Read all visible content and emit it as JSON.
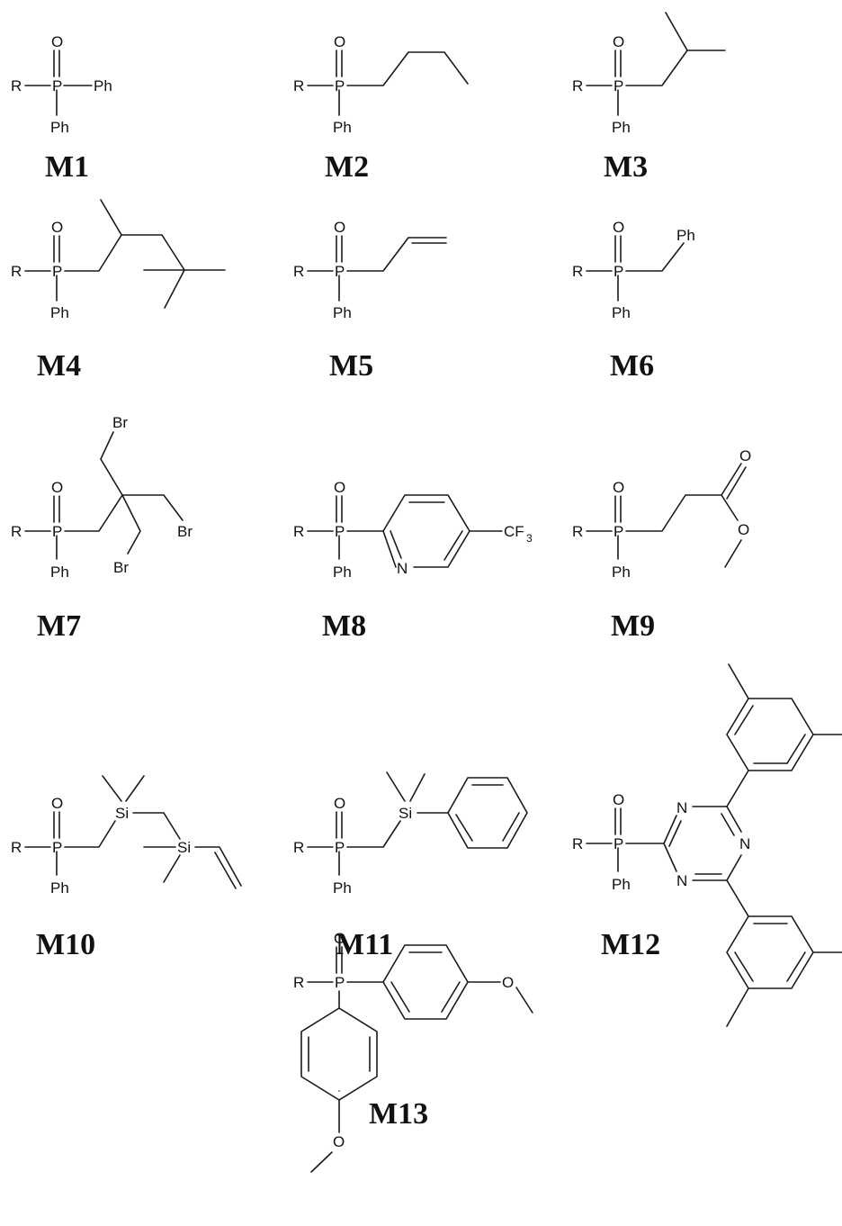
{
  "atoms": {
    "R": "R",
    "P": "P",
    "O": "O",
    "Ph": "Ph",
    "Br": "Br",
    "N": "N",
    "Si": "Si",
    "CF": "CF",
    "three": "3"
  },
  "compounds": [
    {
      "id": "m1",
      "label": "M1"
    },
    {
      "id": "m2",
      "label": "M2"
    },
    {
      "id": "m3",
      "label": "M3"
    },
    {
      "id": "m4",
      "label": "M4"
    },
    {
      "id": "m5",
      "label": "M5"
    },
    {
      "id": "m6",
      "label": "M6"
    },
    {
      "id": "m7",
      "label": "M7"
    },
    {
      "id": "m8",
      "label": "M8"
    },
    {
      "id": "m9",
      "label": "M9"
    },
    {
      "id": "m10",
      "label": "M10"
    },
    {
      "id": "m11",
      "label": "M11"
    },
    {
      "id": "m12",
      "label": "M12"
    },
    {
      "id": "m13",
      "label": "M13"
    }
  ]
}
